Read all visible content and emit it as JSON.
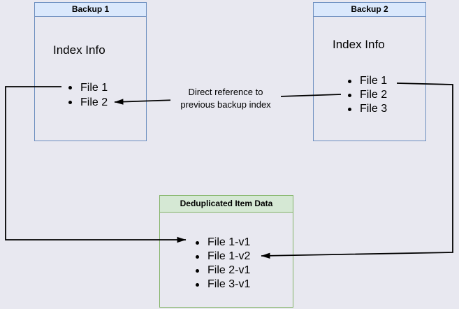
{
  "diagram": {
    "background_color": "#e8e8f0",
    "connector_color": "#000000",
    "backup1": {
      "title": "Backup 1",
      "subtitle": "Index Info",
      "files": [
        "File 1",
        "File 2"
      ],
      "header_fill": "#dae8fc",
      "border_color": "#6c8ebf"
    },
    "backup2": {
      "title": "Backup 2",
      "subtitle": "Index Info",
      "files": [
        "File 1",
        "File 2",
        "File 3"
      ],
      "header_fill": "#dae8fc",
      "border_color": "#6c8ebf"
    },
    "dedup": {
      "title": "Deduplicated Item Data",
      "files": [
        "File 1-v1",
        "File 1-v2",
        "File 2-v1",
        "File 3-v1"
      ],
      "header_fill": "#d5e8d4",
      "border_color": "#82b366"
    },
    "annotation": {
      "line1": "Direct reference to",
      "line2": "previous backup index"
    }
  }
}
